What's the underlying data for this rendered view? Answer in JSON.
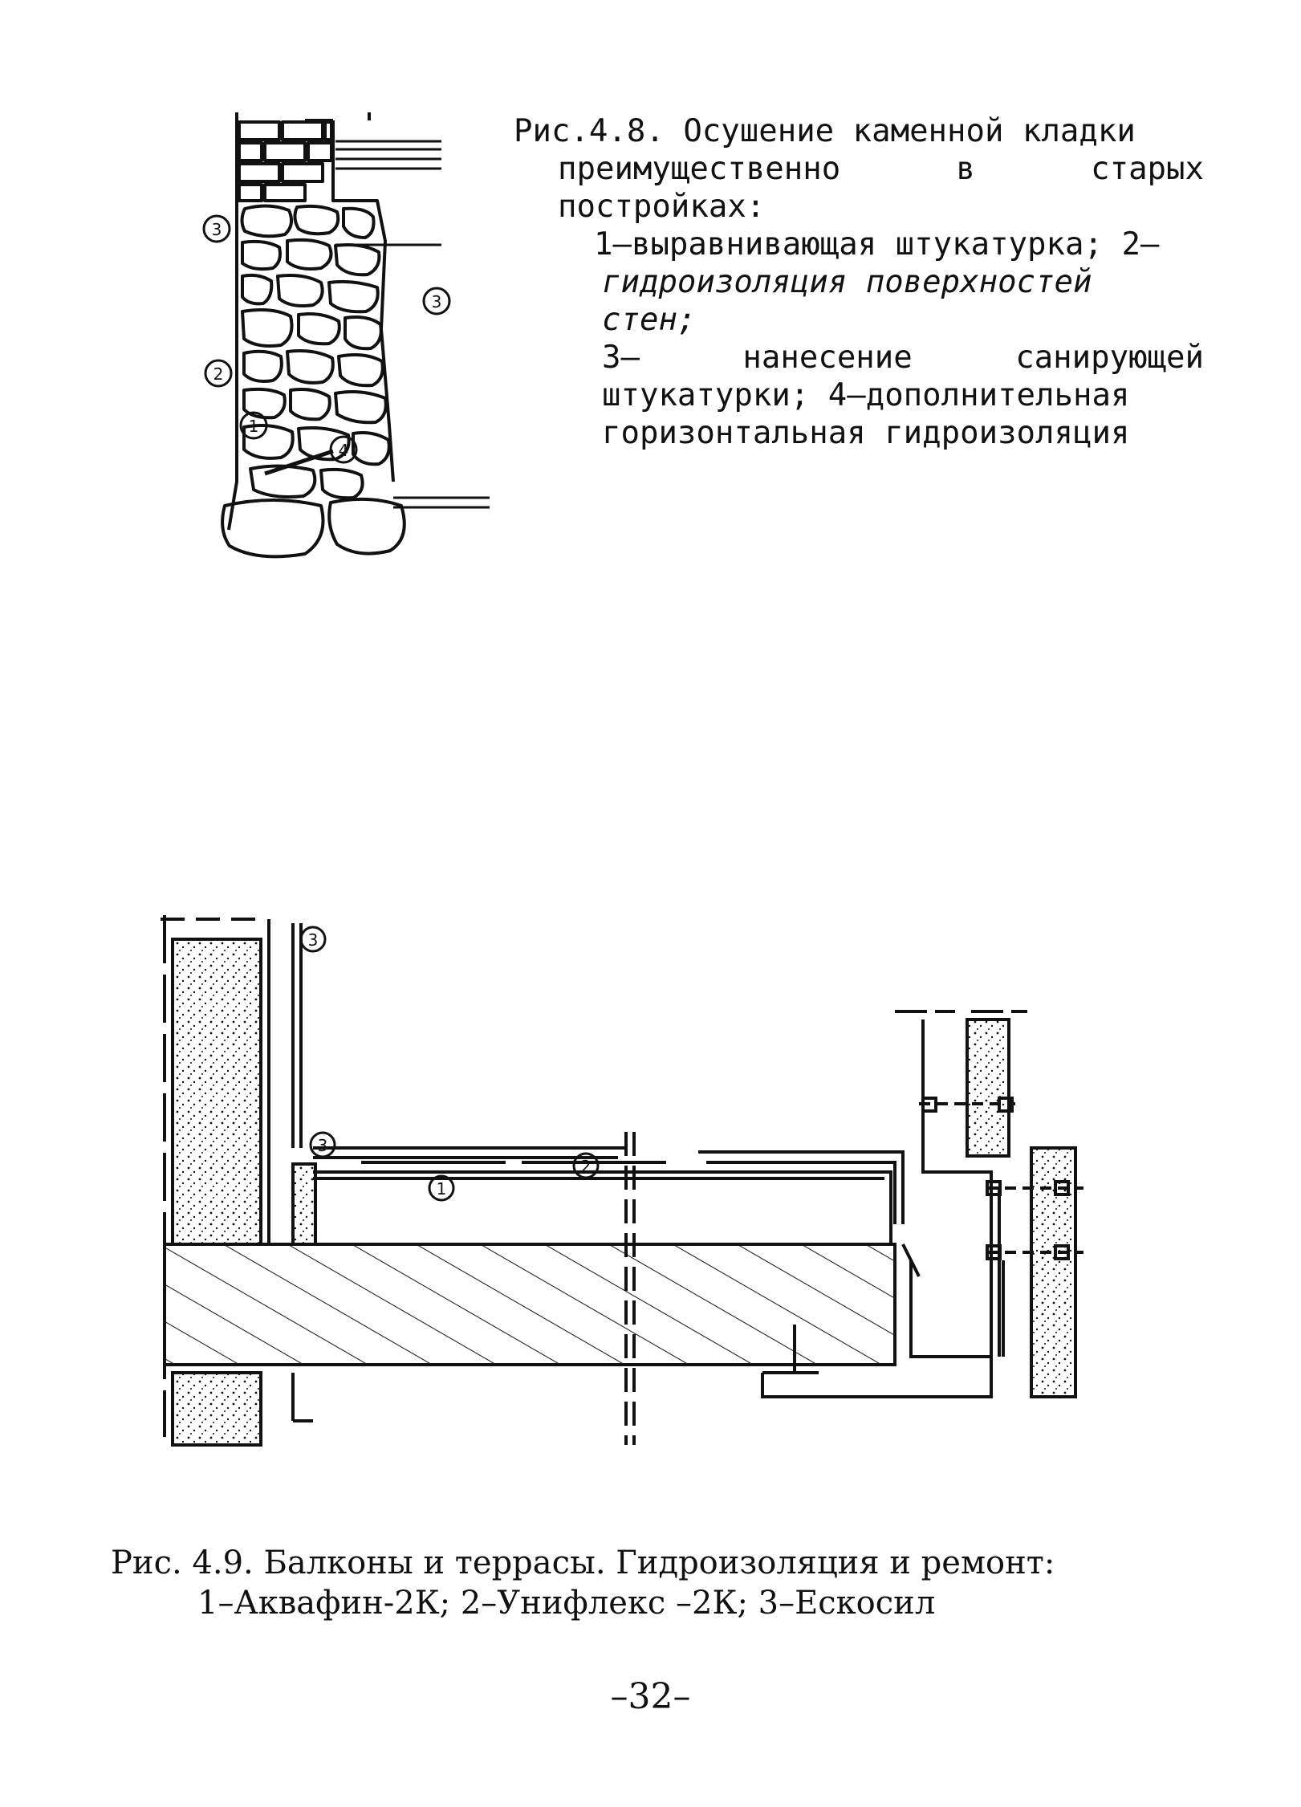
{
  "figure_48": {
    "caption_title": "Рис.4.8. Осушение каменной кладки",
    "caption_line2": "преимущественно в старых",
    "caption_line3": "постройках:",
    "item1": "1–выравнивающая штукатурка; 2–",
    "item2": "гидроизоляция поверхностей стен;",
    "item3": "3– нанесение санирующей",
    "item4": "штукатурки; 4–дополнительная",
    "item5": "горизонтальная гидроизоляция",
    "callouts": [
      "3",
      "3",
      "2",
      "1",
      "4"
    ]
  },
  "figure_49": {
    "caption_title": "Рис. 4.9. Балконы и террасы. Гидроизоляция и ремонт:",
    "caption_items": "1–Аквафин-2К; 2–Унифлекс –2К; 3–Ескосил",
    "callouts": [
      "3",
      "3",
      "2",
      "1"
    ]
  },
  "page_number": "–32–"
}
